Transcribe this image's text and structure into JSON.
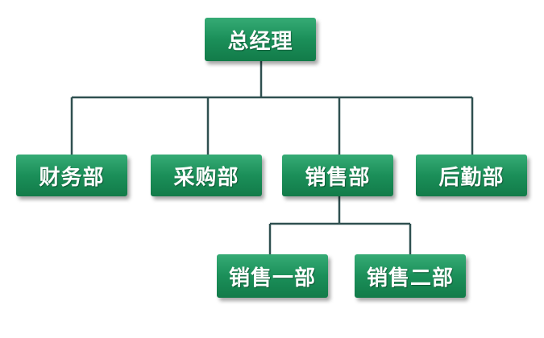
{
  "org_chart": {
    "root": {
      "label": "总经理"
    },
    "departments": [
      {
        "label": "财务部"
      },
      {
        "label": "采购部"
      },
      {
        "label": "销售部"
      },
      {
        "label": "后勤部"
      }
    ],
    "sales_subdivisions": [
      {
        "label": "销售一部"
      },
      {
        "label": "销售二部"
      }
    ],
    "colors": {
      "node_fill": "#1b8f59",
      "connector": "#2f5050",
      "text": "#ffffff"
    }
  }
}
